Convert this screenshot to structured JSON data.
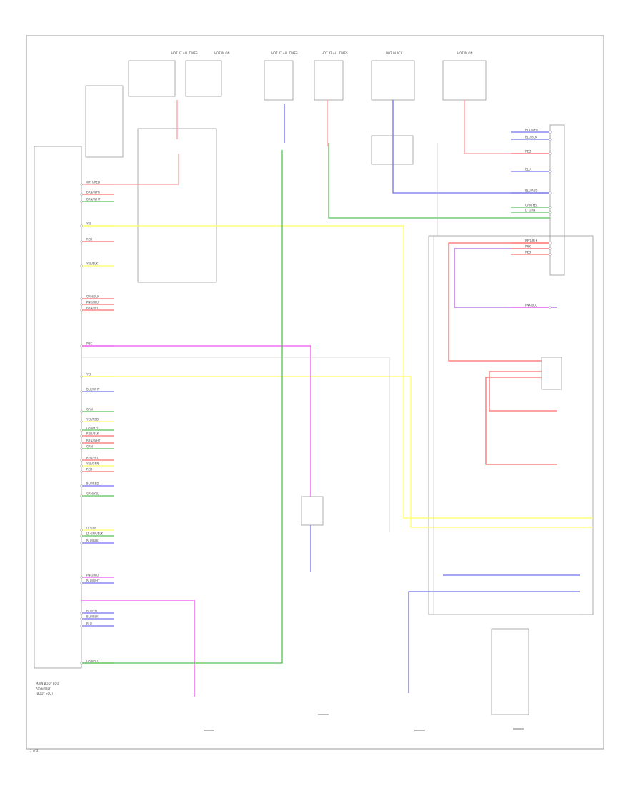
{
  "diagram": {
    "page_label": "1 of 2",
    "module_label": "MAIN BODY ECU",
    "colors": {
      "red": "#ff6b6b",
      "yellow": "#ffff66",
      "green": "#58c058",
      "blue": "#7070ee",
      "magenta": "#ee55ee",
      "pink": "#ff9aa2",
      "gray": "#bbbbbb"
    },
    "top_fuses": [
      "HOT AT ALL TIMES",
      "HOT IN ON",
      "HOT AT ALL TIMES",
      "HOT AT ALL TIMES",
      "HOT IN ACC",
      "HOT IN ON"
    ],
    "connectors_left": [
      {
        "label": "WHT/RED",
        "wire": "pink"
      },
      {
        "label": "BRN/WHT",
        "wire": "red"
      },
      {
        "label": "BRN/WHT",
        "wire": "green"
      },
      {
        "label": "YEL",
        "wire": "yellow"
      },
      {
        "label": "RED",
        "wire": "red"
      },
      {
        "label": "YEL/BLK",
        "wire": "yellow"
      },
      {
        "label": "ORN/BLK",
        "wire": "red"
      },
      {
        "label": "PNK/BLU",
        "wire": "red"
      },
      {
        "label": "BRN/YEL",
        "wire": "red"
      },
      {
        "label": "PNK",
        "wire": "magenta"
      },
      {
        "label": "YEL",
        "wire": "yellow"
      },
      {
        "label": "BLK/WHT",
        "wire": "blue"
      },
      {
        "label": "GRN",
        "wire": "green"
      },
      {
        "label": "YEL/RED",
        "wire": "yellow"
      },
      {
        "label": "GRN/YEL",
        "wire": "green"
      },
      {
        "label": "RED/BLK",
        "wire": "red"
      },
      {
        "label": "BRN/WHT",
        "wire": "red"
      },
      {
        "label": "GRN",
        "wire": "green"
      },
      {
        "label": "RED/YEL",
        "wire": "red"
      },
      {
        "label": "YEL/GRN",
        "wire": "yellow"
      },
      {
        "label": "RED",
        "wire": "red"
      },
      {
        "label": "BLU/RED",
        "wire": "blue"
      },
      {
        "label": "GRN/YEL",
        "wire": "green"
      },
      {
        "label": "LT GRN",
        "wire": "yellow"
      },
      {
        "label": "LT GRN/BLK",
        "wire": "green"
      },
      {
        "label": "BLU/BLK",
        "wire": "blue"
      },
      {
        "label": "PNK/BLU",
        "wire": "magenta"
      },
      {
        "label": "BLU/WHT",
        "wire": "blue"
      },
      {
        "label": "BLU/YEL",
        "wire": "blue"
      },
      {
        "label": "BLU/BLK",
        "wire": "blue"
      },
      {
        "label": "BLU",
        "wire": "blue"
      },
      {
        "label": "GRN/BLU",
        "wire": "green"
      }
    ],
    "connectors_right": [
      {
        "label": "BLK/WHT",
        "wire": "blue"
      },
      {
        "label": "BLU/BLK",
        "wire": "blue"
      },
      {
        "label": "RED",
        "wire": "red"
      },
      {
        "label": "BLU",
        "wire": "blue"
      },
      {
        "label": "BLU/RED",
        "wire": "blue"
      },
      {
        "label": "GRN/YEL",
        "wire": "green"
      },
      {
        "label": "LT GRN",
        "wire": "green"
      },
      {
        "label": "RED/BLK",
        "wire": "red"
      },
      {
        "label": "PNK",
        "wire": "red"
      },
      {
        "label": "RED",
        "wire": "red"
      },
      {
        "label": "PNK/BLU",
        "wire": "magenta"
      }
    ]
  }
}
